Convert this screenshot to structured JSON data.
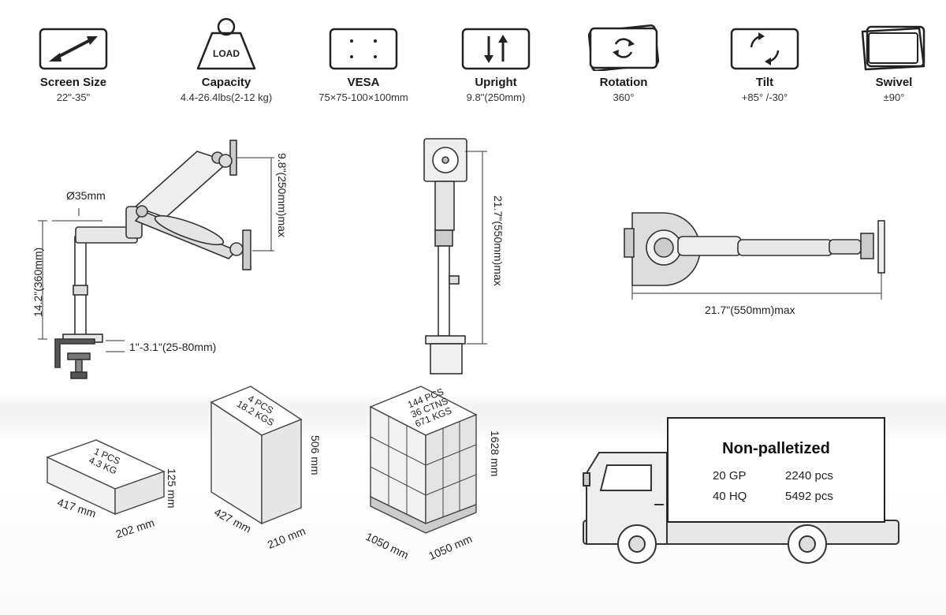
{
  "features": [
    {
      "title": "Screen Size",
      "value": "22\"-35\"",
      "icon": "diagonal-arrow-icon"
    },
    {
      "title": "Capacity",
      "value": "4.4-26.4lbs(2-12 kg)",
      "icon": "load-weight-icon",
      "icon_text": "LOAD"
    },
    {
      "title": "VESA",
      "value": "75×75-100×100mm",
      "icon": "vesa-plate-icon"
    },
    {
      "title": "Upright",
      "value": "9.8\"(250mm)",
      "icon": "up-down-arrows-icon"
    },
    {
      "title": "Rotation",
      "value": "360°",
      "icon": "rotation-icon"
    },
    {
      "title": "Tilt",
      "value": "+85° /-30°",
      "icon": "tilt-icon"
    },
    {
      "title": "Swivel",
      "value": "±90°",
      "icon": "swivel-icon"
    }
  ],
  "side_view": {
    "pole_diameter": "Ø35mm",
    "pole_height": "14.2\"(360mm)",
    "arm_vertical": "9.8\"(250mm)max",
    "clamp_range": "1\"-3.1\"(25-80mm)"
  },
  "front_view": {
    "max_height": "21.7\"(550mm)max"
  },
  "top_view": {
    "max_reach": "21.7\"(550mm)max"
  },
  "packages": {
    "single": {
      "line1": "1 PCS",
      "line2": "4.3 KG",
      "length": "417 mm",
      "width": "202 mm",
      "height": "125 mm"
    },
    "carton": {
      "line1": "4 PCS",
      "line2": "18.2 KGS",
      "length": "427 mm",
      "width": "210 mm",
      "height": "506 mm"
    },
    "pallet": {
      "line1": "144 PCS",
      "line2": "36 CTNS",
      "line3": "671 KGS",
      "length": "1050 mm",
      "width": "1050 mm",
      "height": "1628 mm"
    }
  },
  "shipping": {
    "title": "Non-palletized",
    "rows": [
      {
        "container": "20 GP",
        "quantity": "2240 pcs"
      },
      {
        "container": "40 HQ",
        "quantity": "5492 pcs"
      }
    ]
  }
}
